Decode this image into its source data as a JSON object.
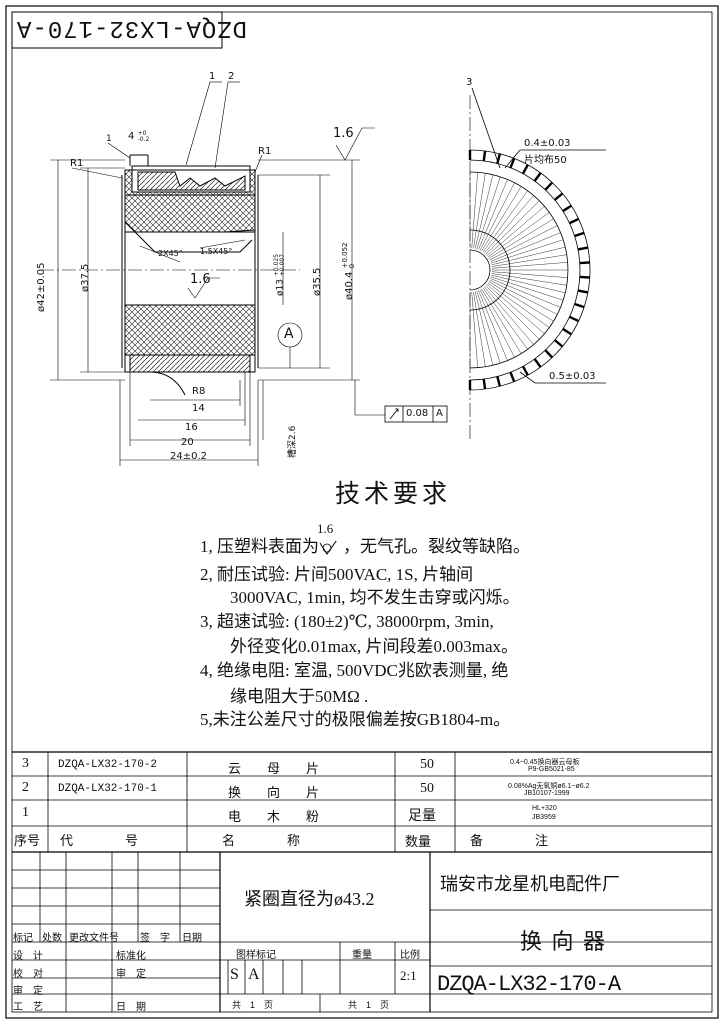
{
  "title_block_corner": "DZQA-LX32-170-A",
  "leaders": {
    "p1": "1",
    "p2": "2",
    "p3": "3"
  },
  "dims": {
    "tol_top": "4",
    "tol_top_sup": "+0",
    "tol_top_sub": "-0.2",
    "leader_1": "1",
    "r1_left": "R1",
    "r1_right": "R1",
    "rough_1": "1.6",
    "rough_2": "1.6",
    "chamfer_1": "2X45°",
    "chamfer_2": "1.5X45°",
    "d42": "ø42±0.05",
    "d37": "ø37.5",
    "d13": "ø13",
    "d13_tol_up": "+0.025",
    "d13_tol_lo": "+0.007",
    "d355": "ø35.5",
    "d404": "ø40.4",
    "d404_tol_up": "+0.052",
    "d404_tol_lo": "0",
    "datum_a": "A",
    "r8": "R8",
    "l14": "14",
    "l16": "16",
    "l20": "20",
    "l24": "24±0.2",
    "groove_depth": "槽深2.6",
    "runout": "0.08",
    "runout_datum": "A",
    "seg_width": "0.4±0.03",
    "seg_count": "片均布50",
    "seg_gap": "0.5±0.03"
  },
  "requirements": {
    "title": "技术要求",
    "line1a": "1, 压塑料表面为",
    "line1_rough": "1.6",
    "line1b": "，无气孔。裂纹等缺陷。",
    "line2": "2, 耐压试验: 片间500VAC, 1S, 片轴间",
    "line2b": "3000VAC, 1min, 均不发生击穿或闪烁。",
    "line3": "3, 超速试验: (180±2)℃, 38000rpm, 3min,",
    "line3b": "外径变化0.01max, 片间段差0.003max。",
    "line4": "4, 绝缘电阻: 室温, 500VDC兆欧表测量, 绝",
    "line4b": "缘电阻大于50MΩ .",
    "line5": "5,未注公差尺寸的极限偏差按GB1804-m。"
  },
  "bom": {
    "rows": [
      {
        "no": "3",
        "code": "DZQA-LX32-170-2",
        "name": "云　　母　　片",
        "qty": "50",
        "note1": "0.4~0.45换向器云母板",
        "note2": "P9-GB5021-85"
      },
      {
        "no": "2",
        "code": "DZQA-LX32-170-1",
        "name": "换　　向　　片",
        "qty": "50",
        "note1": "0.08%Ag无氧铜ø6.1~ø6.2",
        "note2": "JB10107-1999"
      },
      {
        "no": "1",
        "code": "",
        "name": "电　　木　　粉",
        "qty": "足量",
        "note1": "HL+320",
        "note2": "JB3959"
      }
    ],
    "header": {
      "no": "序号",
      "code": "代　　　　号",
      "name": "名　　　　称",
      "qty": "数量",
      "note": "备　　　　注"
    }
  },
  "title_block": {
    "spec": "紧圈直径为ø43.2",
    "company": "瑞安市龙星机电配件厂",
    "part_name": "换 向 器",
    "drawing_no": "DZQA-LX32-170-A",
    "rev_mark": "标记",
    "rev_count": "处数",
    "rev_doc": "更改文件号",
    "rev_sign": "签　字",
    "rev_date": "日期",
    "design": "设　计",
    "check": "校　对",
    "review": "审　定",
    "craft": "工　艺",
    "standard": "标准化",
    "approve": "审　定",
    "date": "日　期",
    "stage_label": "图样标记",
    "weight_label": "重量",
    "scale_label": "比例",
    "stage_s": "S",
    "stage_a": "A",
    "scale": "2:1",
    "sheets_total": "共　1　页",
    "sheet_no": "共　1　页"
  }
}
